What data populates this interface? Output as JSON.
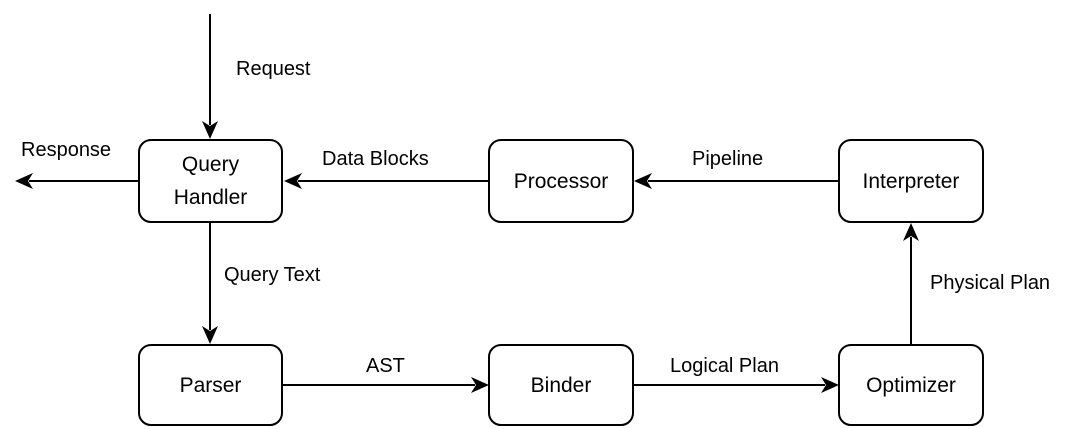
{
  "nodes": {
    "query_handler": {
      "line1": "Query",
      "line2": "Handler"
    },
    "processor": {
      "label": "Processor"
    },
    "interpreter": {
      "label": "Interpreter"
    },
    "parser": {
      "label": "Parser"
    },
    "binder": {
      "label": "Binder"
    },
    "optimizer": {
      "label": "Optimizer"
    }
  },
  "edges": {
    "request": "Request",
    "response": "Response",
    "data_blocks": "Data Blocks",
    "pipeline": "Pipeline",
    "query_text": "Query Text",
    "ast": "AST",
    "logical_plan": "Logical Plan",
    "physical_plan": "Physical Plan"
  }
}
